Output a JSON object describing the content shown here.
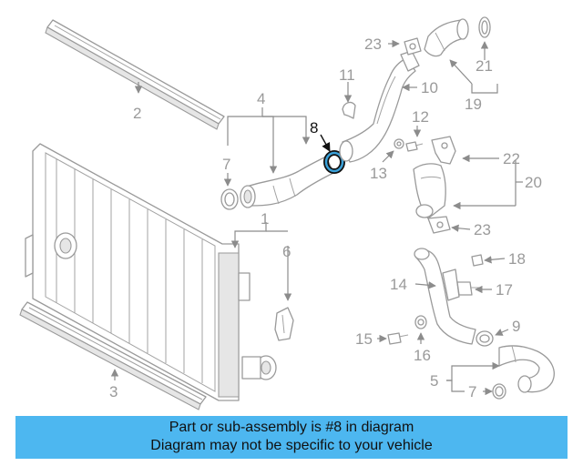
{
  "diagram": {
    "callouts": [
      "1",
      "2",
      "3",
      "4",
      "5",
      "6",
      "7",
      "8",
      "9",
      "10",
      "11",
      "12",
      "13",
      "14",
      "15",
      "16",
      "17",
      "18",
      "19",
      "20",
      "21",
      "22",
      "23"
    ],
    "highlighted_part": "8",
    "highlight_color": "#3aa0d8",
    "line_color": "#9a9a9a"
  },
  "banner": {
    "line1": "Part or sub-assembly is #8 in diagram",
    "line2": "Diagram may not be specific to your vehicle",
    "background": "#4db7f0"
  }
}
